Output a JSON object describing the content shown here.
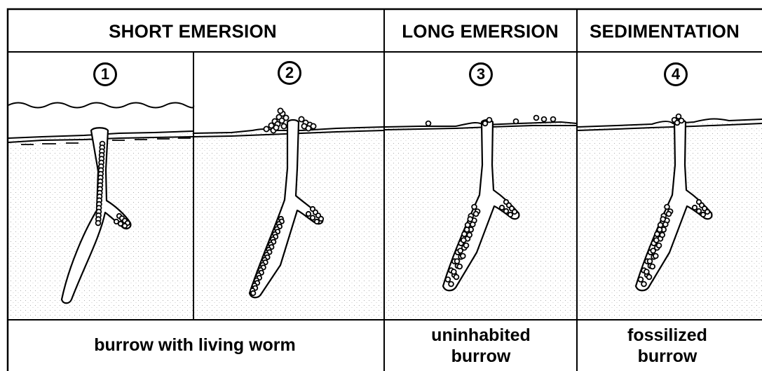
{
  "headers": {
    "short_emersion": "SHORT EMERSION",
    "long_emersion": "LONG EMERSION",
    "sedimentation": "SEDIMENTATION"
  },
  "panels": [
    {
      "number": "1"
    },
    {
      "number": "2"
    },
    {
      "number": "3"
    },
    {
      "number": "4"
    }
  ],
  "captions": {
    "living": "burrow with living worm",
    "uninhabited_line1": "uninhabited",
    "uninhabited_line2": "burrow",
    "fossilized_line1": "fossilized",
    "fossilized_line2": "burrow"
  }
}
